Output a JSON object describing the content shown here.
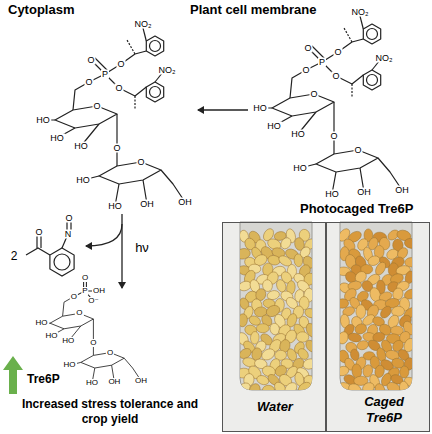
{
  "diagram": {
    "nodes": [
      {
        "text": [
          "Water",
          "Caged Tre6P"
        ]
      }
    ],
    "labels": [
      "Cytoplasm",
      "Plant cell membrane",
      "O",
      "HO",
      "HO",
      "HO",
      "O",
      "O",
      "HO",
      "HO",
      "OH",
      "OH",
      "O",
      "P",
      "O",
      "O",
      "O",
      "NO₂",
      "NO₂",
      "O",
      "HO",
      "HO",
      "HO",
      "O",
      "O",
      "HO",
      "HO",
      "OH",
      "OH",
      "O",
      "P",
      "O",
      "O",
      "O",
      "NO₂",
      "NO₂",
      "Photocaged Tre6P",
      "2",
      "O",
      "N",
      "O",
      "hν",
      "O",
      "HO",
      "HO",
      "HO",
      "O",
      "O",
      "HO",
      "HO",
      "OH",
      "OH",
      "O",
      "P",
      "O",
      "OH",
      "O⁻",
      "Tre6P",
      "Increased stress tolerance and crop yield"
    ]
  }
}
